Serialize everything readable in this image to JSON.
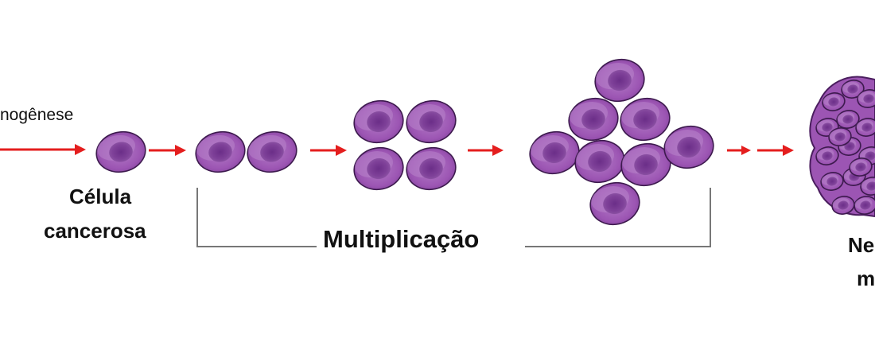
{
  "labels": {
    "process_partial": "nogênese",
    "cell_line1": "Célula",
    "cell_line2": "cancerosa",
    "multiplication": "Multiplicação",
    "result_line1_partial": "Ne",
    "result_line2_partial": "m"
  },
  "colors": {
    "arrow": "#e41e1e",
    "cell_fill": "#a25bb7",
    "cell_stroke": "#3d1a4e",
    "nucleus": "#7a3a98",
    "bracket": "#777777",
    "text": "#111111"
  }
}
